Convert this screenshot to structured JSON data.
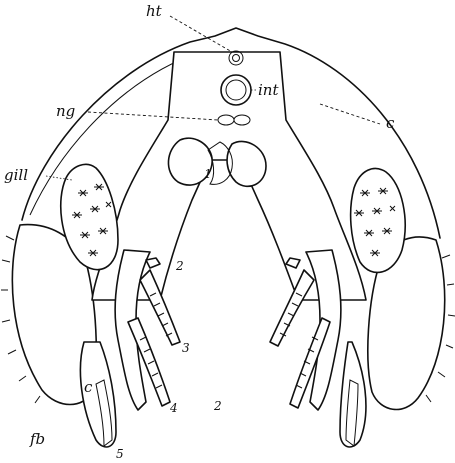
{
  "figure": {
    "labels": {
      "heart": "ht",
      "intestine": "int",
      "nerve": "ng",
      "carapace": "c",
      "gill": "gill",
      "flabellum": "fb",
      "chilaria": "c"
    },
    "appendage_numbers": [
      "1",
      "2",
      "3",
      "4",
      "5"
    ],
    "stray_mark": "2"
  }
}
